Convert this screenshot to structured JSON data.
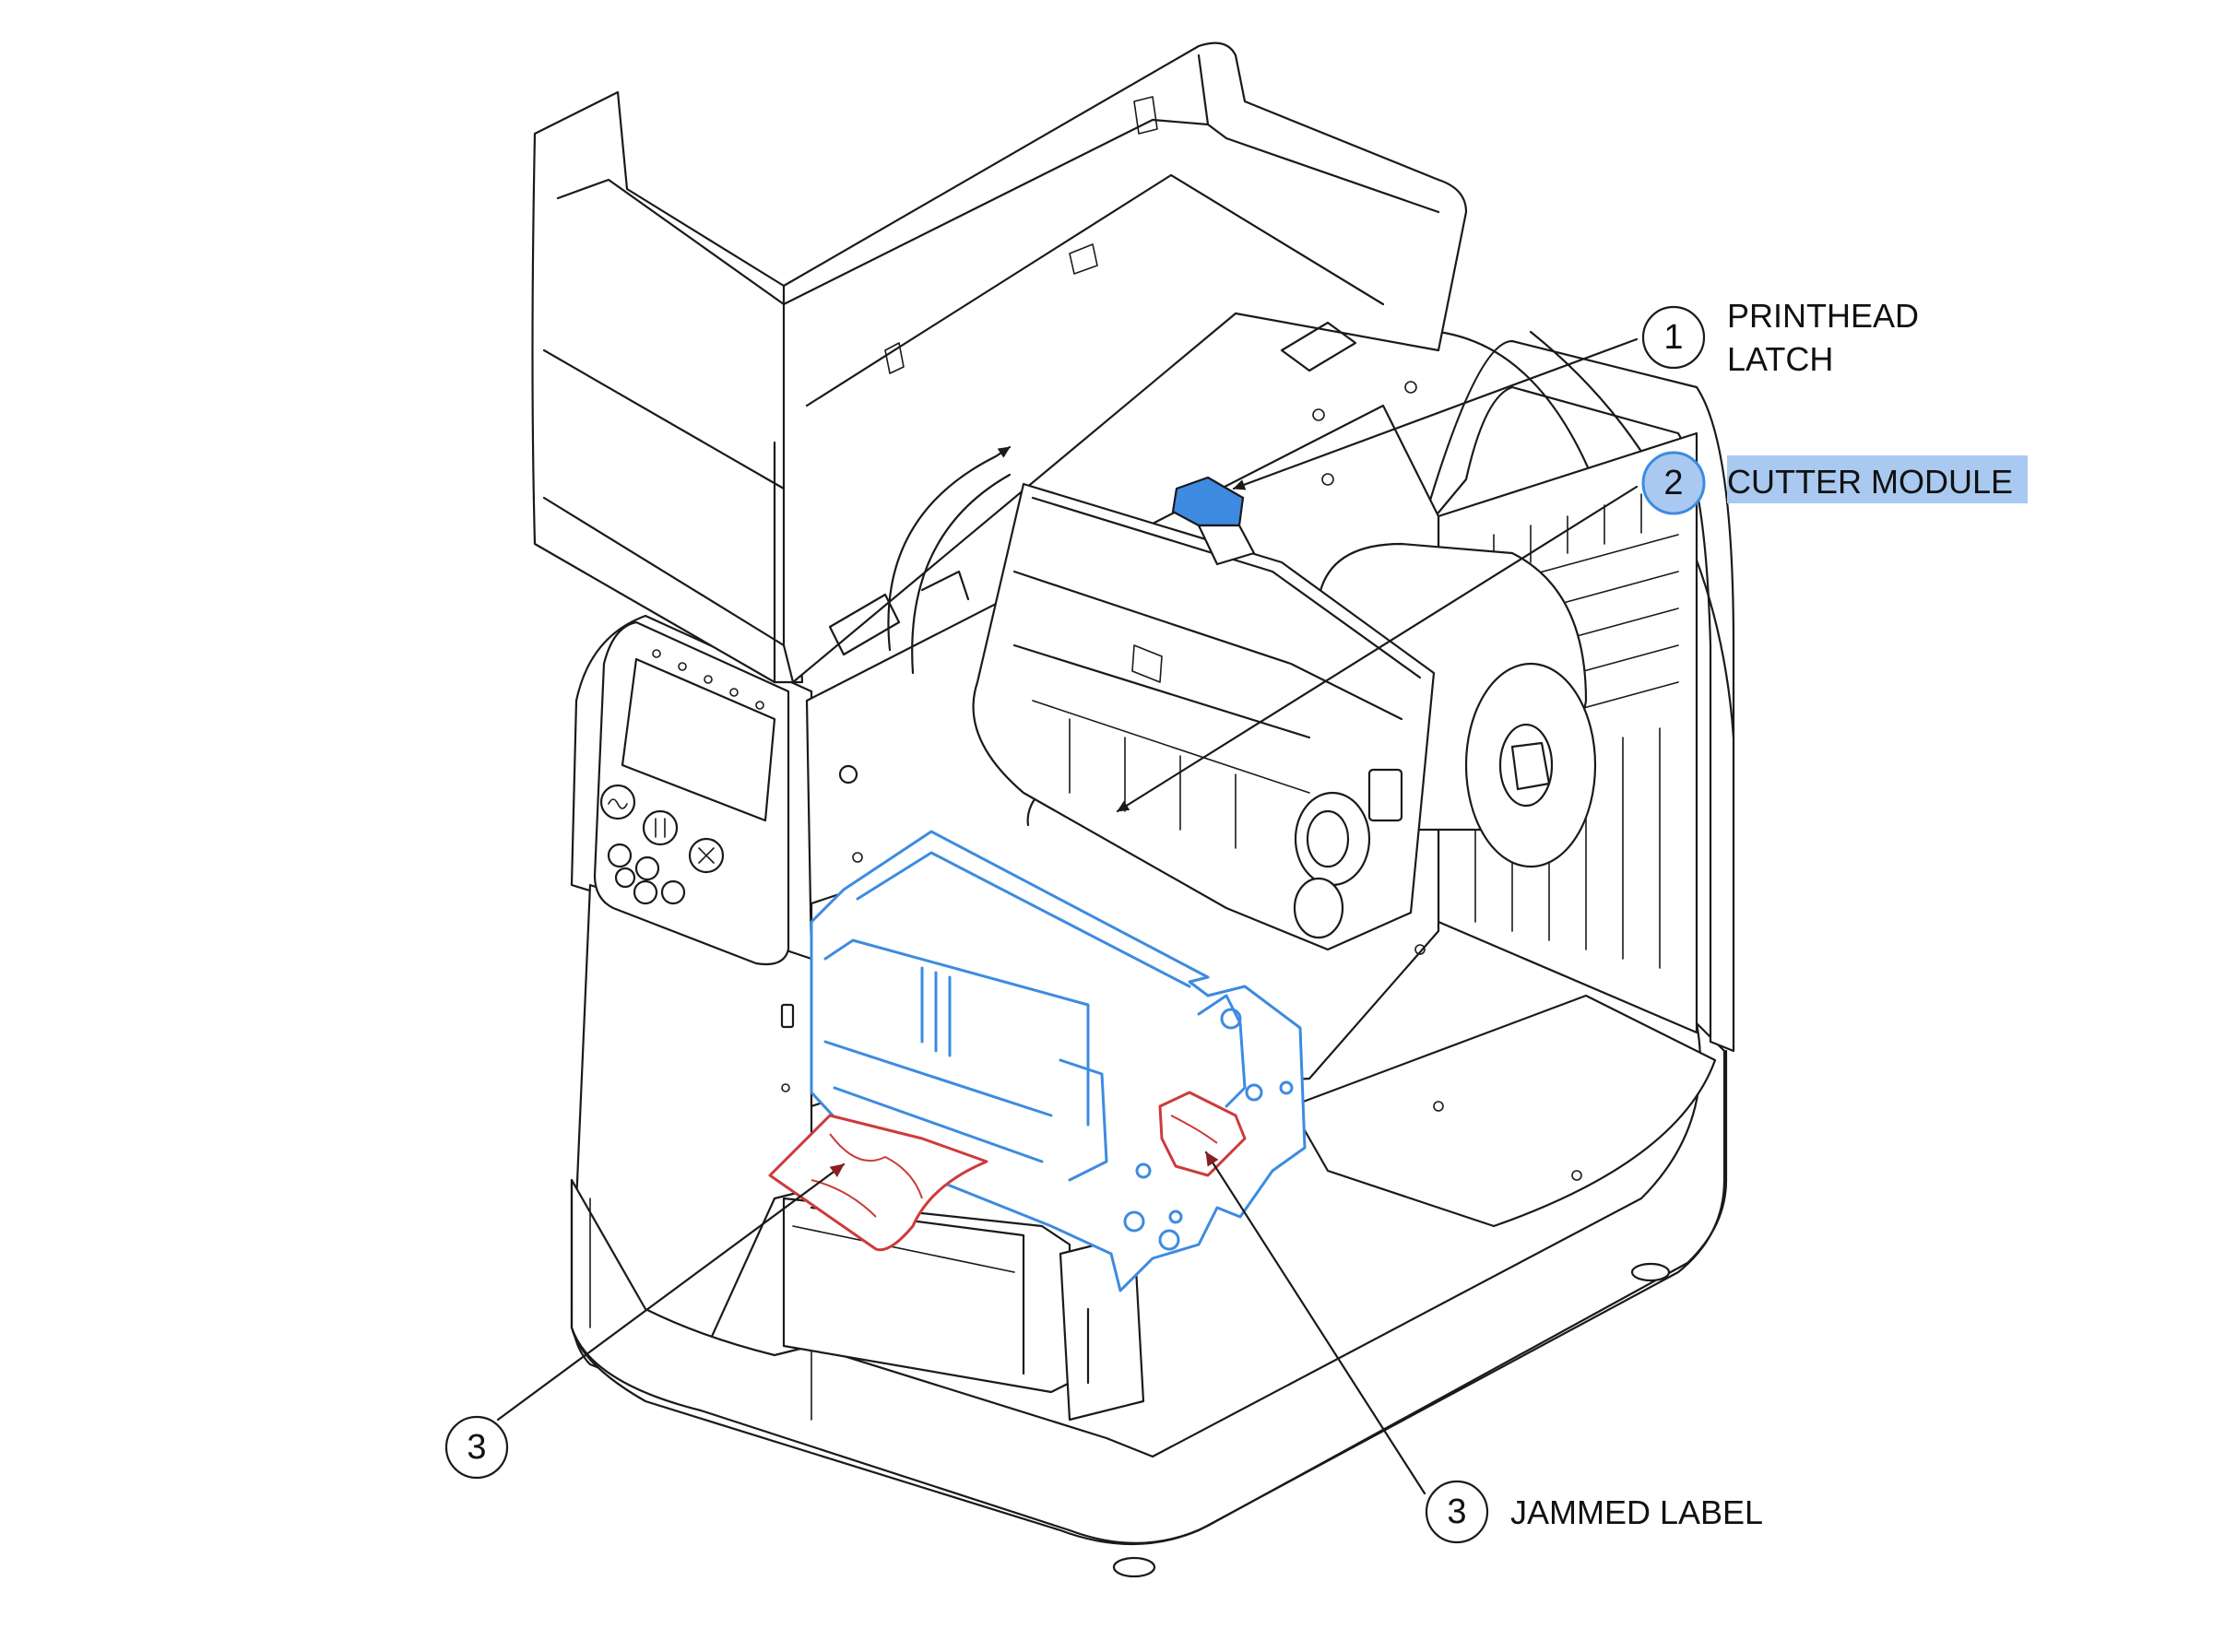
{
  "colors": {
    "highlight_blue": "#3d8be0",
    "highlight_blue_fill": "#a9c9f0",
    "jammed_red": "#cc3b3b",
    "line": "#1a1a1a",
    "background": "#ffffff"
  },
  "callouts": [
    {
      "number": "1",
      "lines": [
        "PRINTHEAD",
        "LATCH"
      ],
      "highlighted": false
    },
    {
      "number": "2",
      "lines": [
        "CUTTER MODULE"
      ],
      "highlighted": true
    },
    {
      "number": "3",
      "lines": [],
      "highlighted": false
    },
    {
      "number": "3",
      "lines": [
        "JAMMED LABEL"
      ],
      "highlighted": false
    }
  ],
  "control_panel": {
    "buttons": [
      "feed-icon",
      "pause-icon",
      "cancel-icon",
      "left-arrow-icon",
      "up-arrow-icon",
      "down-arrow-icon",
      "right-arrow-icon",
      "ok-icon"
    ],
    "indicator_lights": 5
  }
}
